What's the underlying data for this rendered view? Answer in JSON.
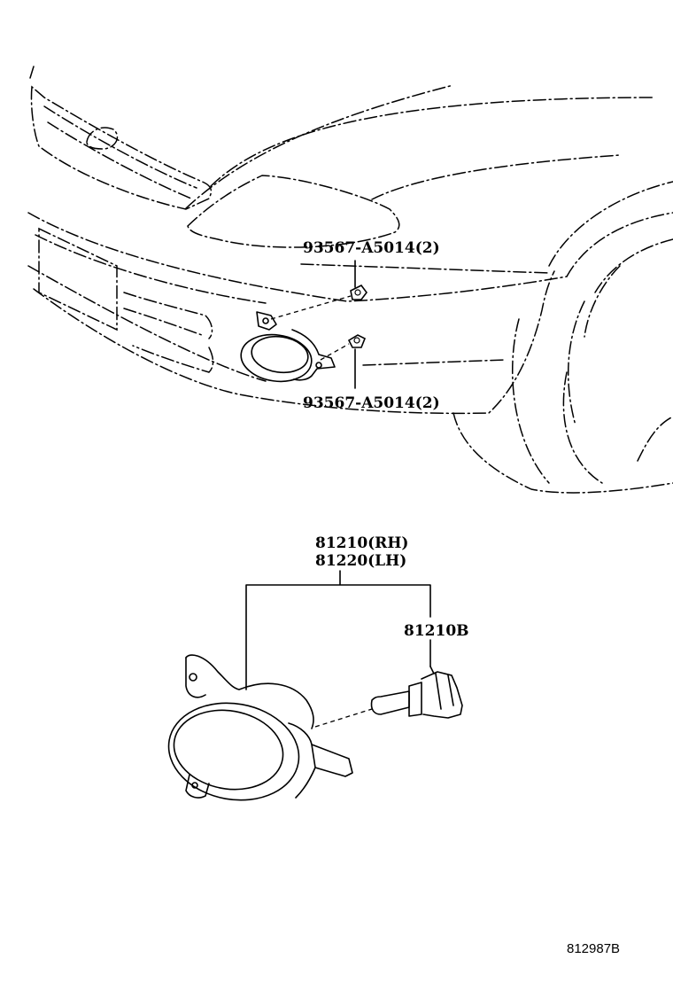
{
  "labels": {
    "upper_clip": "93567-A5014(2)",
    "lower_clip": "93567-A5014(2)",
    "fog_lamp_rh": "81210(RH)",
    "fog_lamp_lh": "81220(LH)",
    "bulb": "81210B",
    "diagram_code": "812987B"
  }
}
